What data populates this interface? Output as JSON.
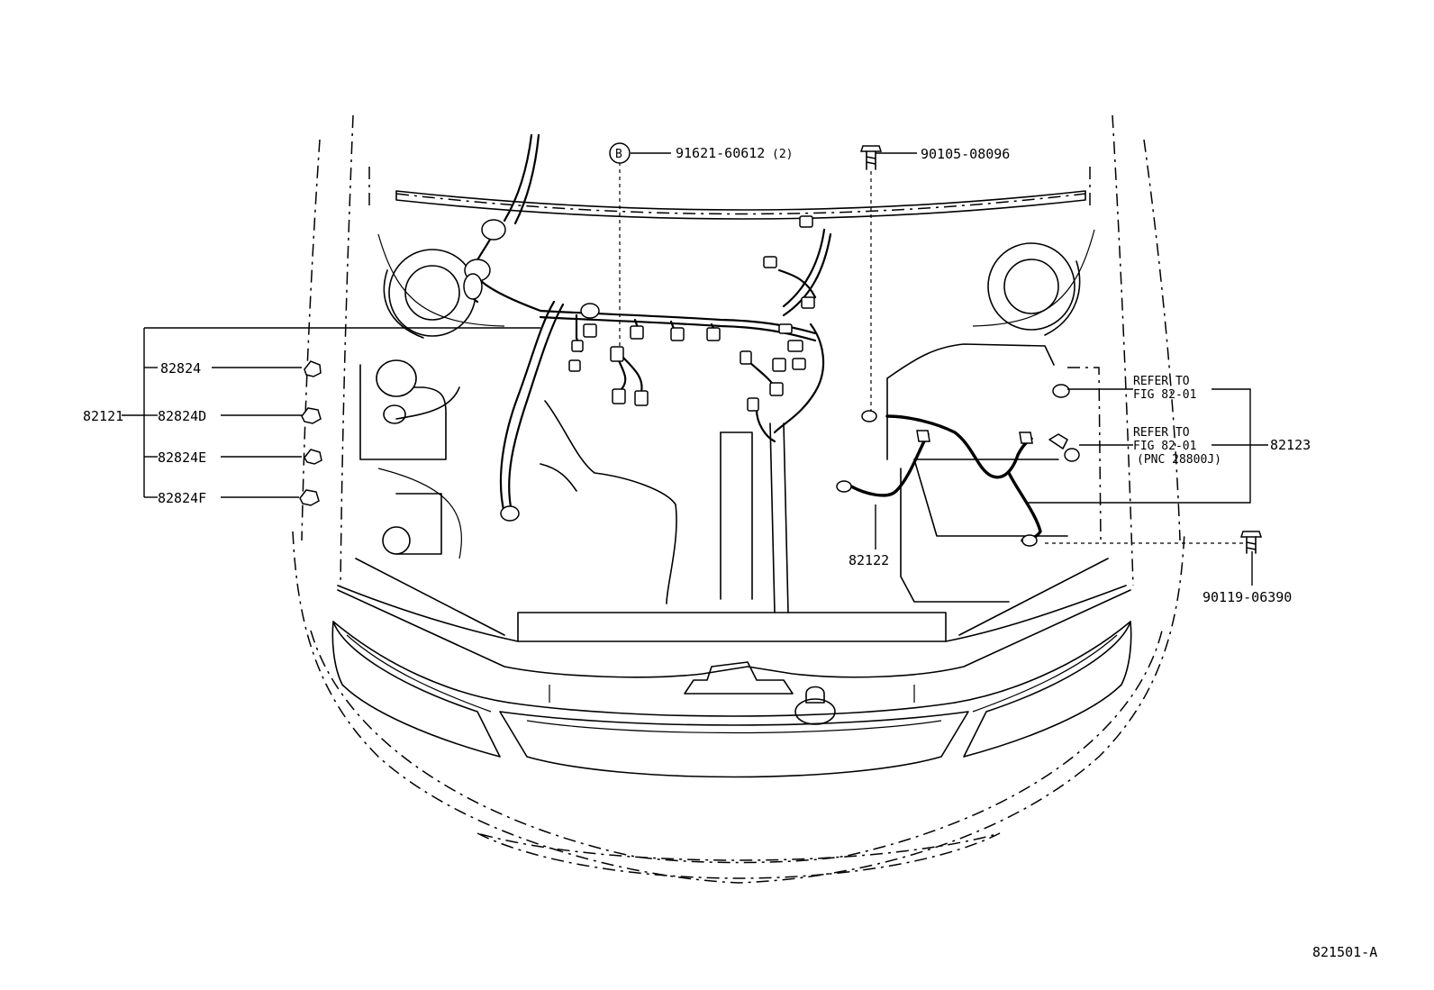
{
  "labels": {
    "main_harness": "82121",
    "clamp_1": "82824",
    "clamp_d": "82824D",
    "clamp_e": "82824E",
    "clamp_f": "82824F",
    "bolt_b_part": "91621-60612",
    "bolt_b_qty": "(2)",
    "bolt_b_marker": "B",
    "bolt_top": "90105-08096",
    "bolt_right": "90119-06390",
    "battery_cable": "82122",
    "engine_wire": "82123",
    "refer_1_line1": "REFER TO",
    "refer_1_line2": "FIG 82-01",
    "refer_2_line1": "REFER TO",
    "refer_2_line2": "FIG 82-01",
    "refer_2_line3": "(PNC 28800J)",
    "figure_id": "821501-A"
  }
}
